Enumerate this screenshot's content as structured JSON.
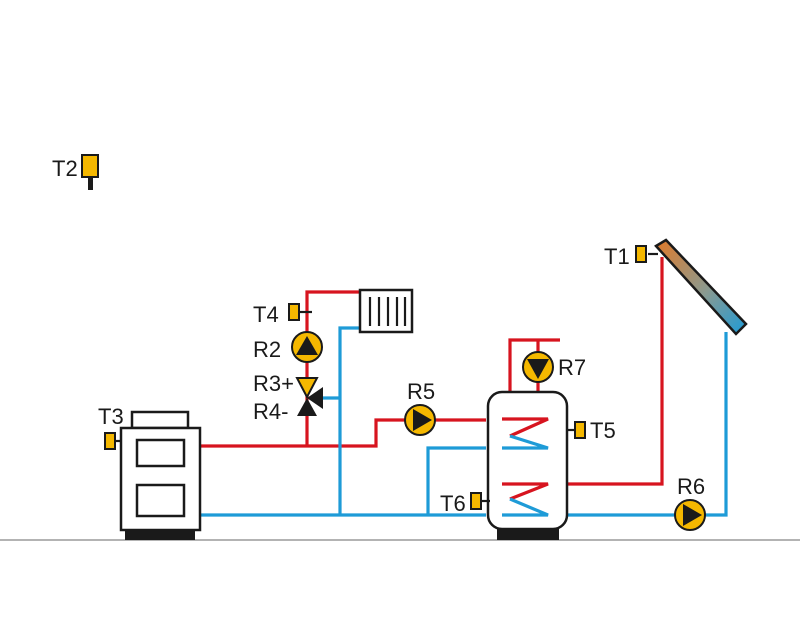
{
  "labels": {
    "T1": "T1",
    "T2": "T2",
    "T3": "T3",
    "T4": "T4",
    "T5": "T5",
    "T6": "T6",
    "R2": "R2",
    "R3": "R3+",
    "R4": "R4-",
    "R5": "R5",
    "R6": "R6",
    "R7": "R7"
  },
  "colors": {
    "hot_pipe": "#d7141f",
    "cold_pipe": "#1e9bd7",
    "sensor": "#f5b800",
    "pump": "#f5b800",
    "outline": "#1a1a1a",
    "ground": "#9a9a9a"
  },
  "components": {
    "sensors": [
      "T1",
      "T2",
      "T3",
      "T4",
      "T5",
      "T6"
    ],
    "pumps": [
      "R2",
      "R5",
      "R6",
      "R7"
    ],
    "mixing_valve": "R3/R4",
    "boiler": "boiler",
    "radiator": "radiator",
    "storage_tank": "storage-tank",
    "solar_collector": "solar-collector"
  }
}
